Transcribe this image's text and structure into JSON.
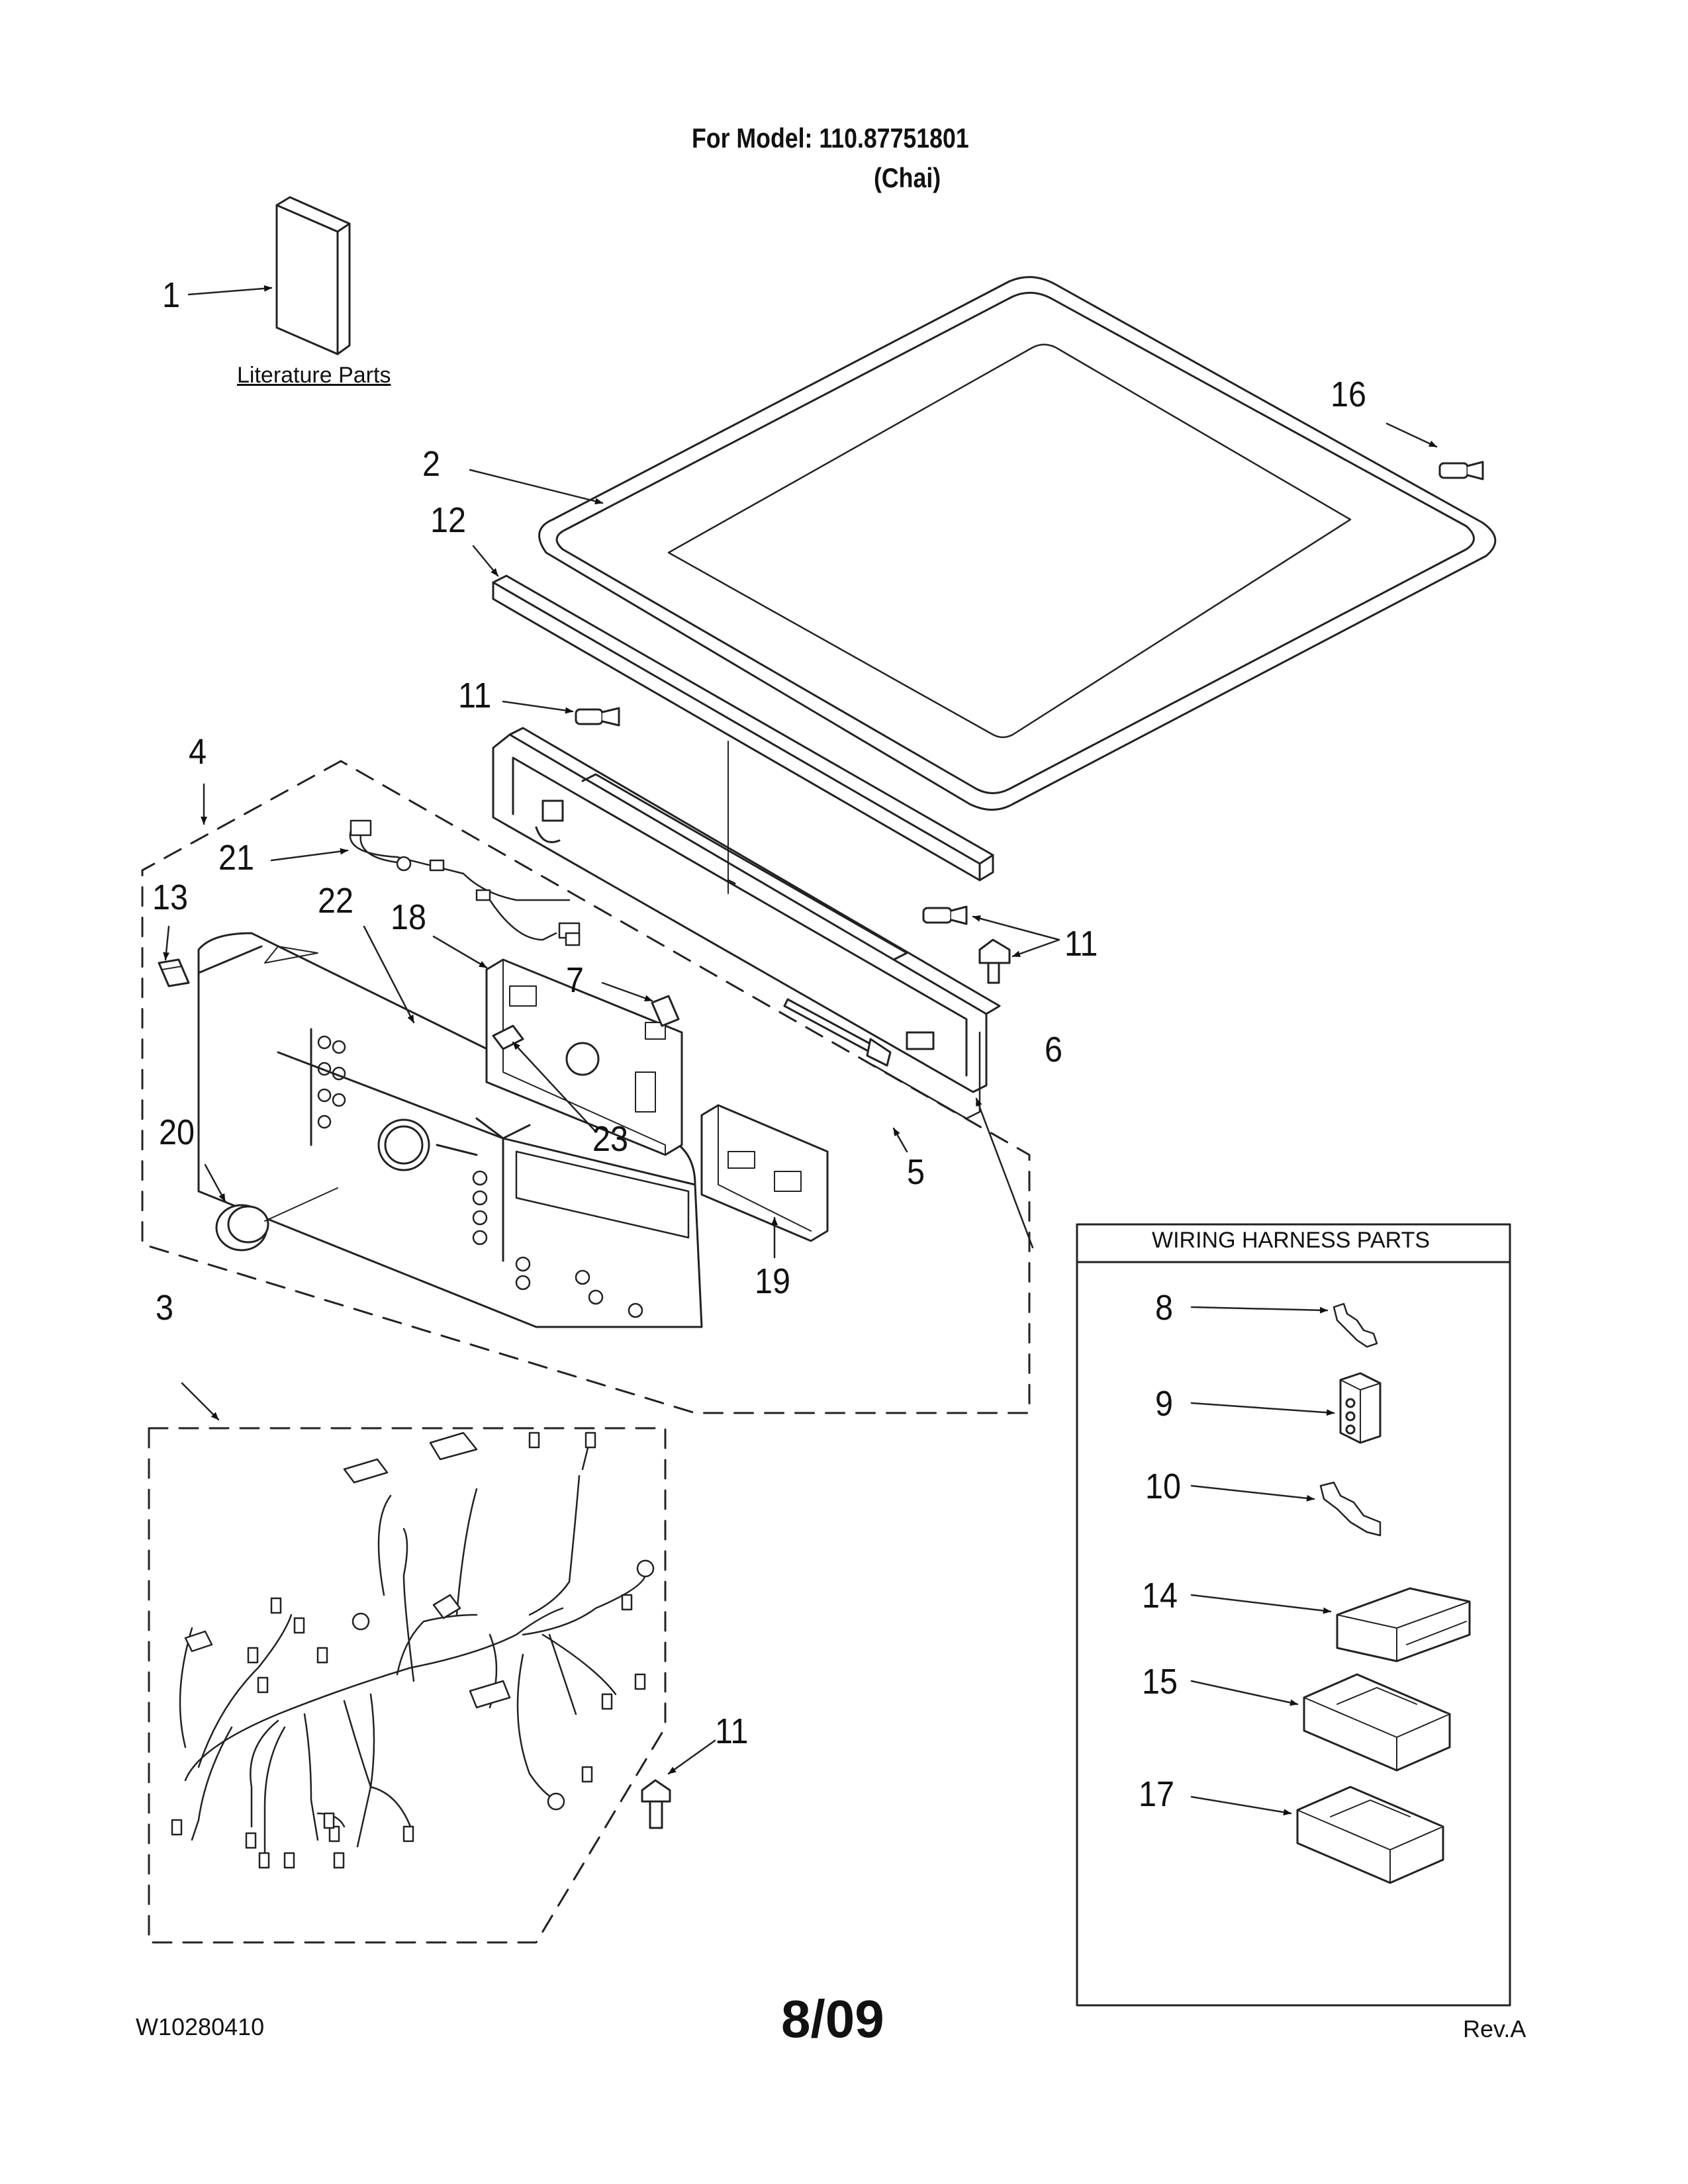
{
  "header": {
    "model_line": "For Model: 110.87751801",
    "variant_line": "(Chai)"
  },
  "literature_label": "Literature Parts",
  "wiring_box_title": "WIRING HARNESS PARTS",
  "callouts": {
    "c1": "1",
    "c2": "2",
    "c3": "3",
    "c4": "4",
    "c5": "5",
    "c6": "6",
    "c7": "7",
    "c8": "8",
    "c9": "9",
    "c10": "10",
    "c11a": "11",
    "c11b": "11",
    "c11c": "11",
    "c12": "12",
    "c13": "13",
    "c14": "14",
    "c15": "15",
    "c16": "16",
    "c17": "17",
    "c18": "18",
    "c19": "19",
    "c20": "20",
    "c21": "21",
    "c22": "22",
    "c23": "23"
  },
  "footer": {
    "doc_number": "W10280410",
    "date": "8/09",
    "revision": "Rev.A"
  }
}
